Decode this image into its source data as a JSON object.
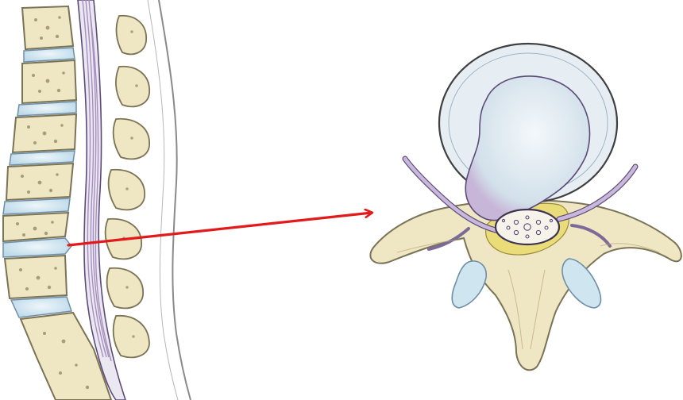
{
  "colors": {
    "background": "#ffffff",
    "bone_fill": "#efe6c4",
    "bone_outline": "#7a7355",
    "bone_speckle": "#6d5f45",
    "disc_blue": "#cfe6f1",
    "disc_outline": "#6f8fa6",
    "spinal_cord": "#b9b2c8",
    "nerve_purple": "#a58fbe",
    "nerve_outline": "#5c4b78",
    "herniation_fill": "#dfe8ef",
    "ligamentum_yellow": "#e9dc79",
    "pointer_arrow": "#e21a1a"
  },
  "figure": {
    "left_panel": "sagittal-lumbar-spine",
    "right_panel": "axial-vertebra-disc-herniation",
    "connector": "red-arrow"
  }
}
